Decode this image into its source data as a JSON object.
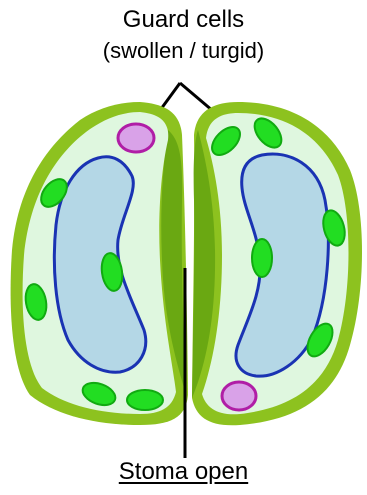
{
  "labels": {
    "guard_cells_title": "Guard cells",
    "guard_cells_subtitle": "(swollen / turgid)",
    "stoma_label": "Stoma open"
  },
  "colors": {
    "cell_wall_outer": "#8dc21f",
    "cell_wall_thick": "#6aa812",
    "cytoplasm": "#dff7df",
    "vacuole_fill": "#b4d7e6",
    "vacuole_outline": "#1a33b3",
    "chloroplast_fill": "#22dd22",
    "chloroplast_outline": "#11aa11",
    "nucleus_fill": "#d9a2e8",
    "nucleus_outline": "#b01ea6",
    "pointer_line": "#000000"
  }
}
